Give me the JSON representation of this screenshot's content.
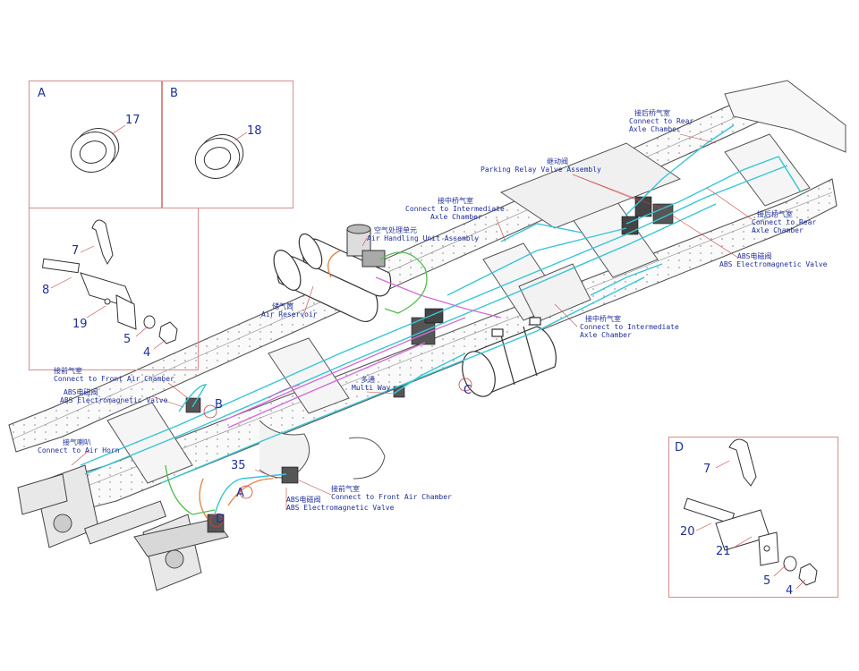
{
  "panels": {
    "A": {
      "letter": "A",
      "parts": [
        "17"
      ]
    },
    "B": {
      "letter": "B",
      "parts": [
        "18"
      ]
    },
    "C": {
      "parts": [
        "7",
        "8",
        "19",
        "5",
        "4"
      ]
    },
    "D": {
      "letter": "D",
      "parts": [
        "7",
        "20",
        "21",
        "5",
        "4"
      ]
    }
  },
  "callouts": {
    "rear_axle_top": {
      "cn": "接后桥气室",
      "en1": "Connect to Rear",
      "en2": "Axle Chamber"
    },
    "parking_relay": {
      "cn": "继动阀",
      "en": "Parking Relay Valve Assembly"
    },
    "inter_axle_top": {
      "cn": "接中桥气室",
      "en1": "Connect to Intermediate",
      "en2": "Axle Chamber"
    },
    "air_handling": {
      "cn": "空气处理单元",
      "en": "Air Handling Unit Assembly"
    },
    "rear_axle_right": {
      "cn": "接后桥气室",
      "en1": "Connect to Rear",
      "en2": "Axle Chamber"
    },
    "abs_right": {
      "cn": "ABS电磁阀",
      "en": "ABS Electromagnetic Valve"
    },
    "air_reservoir": {
      "cn": "储气筒",
      "en": "Air Reservoir"
    },
    "inter_axle_mid": {
      "cn": "接中桥气室",
      "en1": "Connect to Intermediate",
      "en2": "Axle Chamber"
    },
    "front_chamber_left": {
      "cn": "接前气室",
      "en": "Connect to Front Air Chamber"
    },
    "abs_left": {
      "cn": "ABS电磁阀",
      "en": "ABS Electromagnetic Valve"
    },
    "multi_way": {
      "cn": "多通",
      "en": "Multi Way"
    },
    "air_horn": {
      "cn": "接气喇叭",
      "en": "Connect to Air Horn"
    },
    "front_chamber_bottom": {
      "cn": "接前气室",
      "en": "Connect to Front Air Chamber"
    },
    "abs_bottom": {
      "cn": "ABS电磁阀",
      "en": "ABS Electromagnetic Valve"
    }
  },
  "markers": {
    "B": "B",
    "C": "C",
    "A": "A",
    "D": "D",
    "part35": "35"
  },
  "colors": {
    "callout_text": "#1f2f9a",
    "panel_border": "#d98c8c",
    "cyan_pipe": "#36c6d4",
    "pink_pipe": "#d46ad8",
    "green_pipe": "#4fbf4f",
    "orange_pipe": "#e08040",
    "frame": "#555555"
  }
}
